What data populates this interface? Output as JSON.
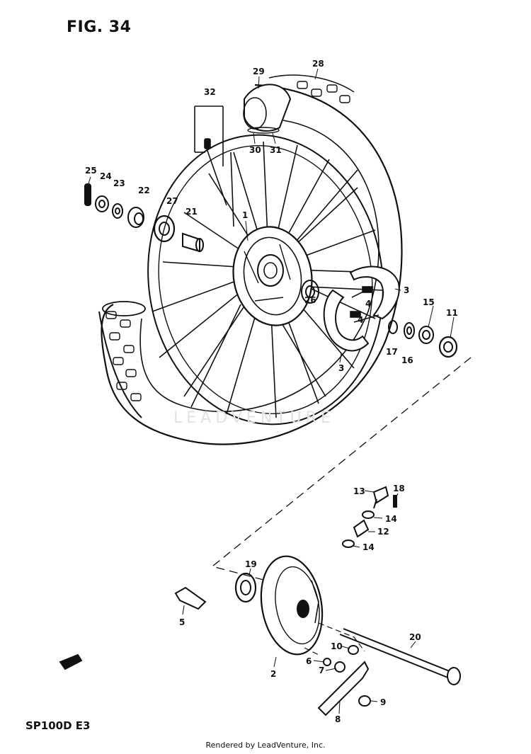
{
  "figure": {
    "title": "FIG. 34",
    "model": "SP100D  E3",
    "footer": "Rendered by LeadVenture, Inc.",
    "watermark": "LEADVENTURE"
  },
  "callouts": [
    {
      "id": "c1",
      "label": "1"
    },
    {
      "id": "c2",
      "label": "2"
    },
    {
      "id": "c3a",
      "label": "3"
    },
    {
      "id": "c3b",
      "label": "3"
    },
    {
      "id": "c4a",
      "label": "4"
    },
    {
      "id": "c4b",
      "label": "4"
    },
    {
      "id": "c5",
      "label": "5"
    },
    {
      "id": "c6",
      "label": "6"
    },
    {
      "id": "c7",
      "label": "7"
    },
    {
      "id": "c8",
      "label": "8"
    },
    {
      "id": "c9",
      "label": "9"
    },
    {
      "id": "c10",
      "label": "10"
    },
    {
      "id": "c11",
      "label": "11"
    },
    {
      "id": "c12",
      "label": "12"
    },
    {
      "id": "c13",
      "label": "13"
    },
    {
      "id": "c14a",
      "label": "14"
    },
    {
      "id": "c14b",
      "label": "14"
    },
    {
      "id": "c15",
      "label": "15"
    },
    {
      "id": "c16",
      "label": "16"
    },
    {
      "id": "c17",
      "label": "17"
    },
    {
      "id": "c18",
      "label": "18"
    },
    {
      "id": "c19",
      "label": "19"
    },
    {
      "id": "c20",
      "label": "20"
    },
    {
      "id": "c21",
      "label": "21"
    },
    {
      "id": "c22",
      "label": "22"
    },
    {
      "id": "c23",
      "label": "23"
    },
    {
      "id": "c24",
      "label": "24"
    },
    {
      "id": "c25",
      "label": "25"
    },
    {
      "id": "c26",
      "label": "26"
    },
    {
      "id": "c27",
      "label": "27"
    },
    {
      "id": "c28",
      "label": "28"
    },
    {
      "id": "c29",
      "label": "29"
    },
    {
      "id": "c30",
      "label": "30"
    },
    {
      "id": "c31",
      "label": "31"
    },
    {
      "id": "c32",
      "label": "32"
    }
  ]
}
